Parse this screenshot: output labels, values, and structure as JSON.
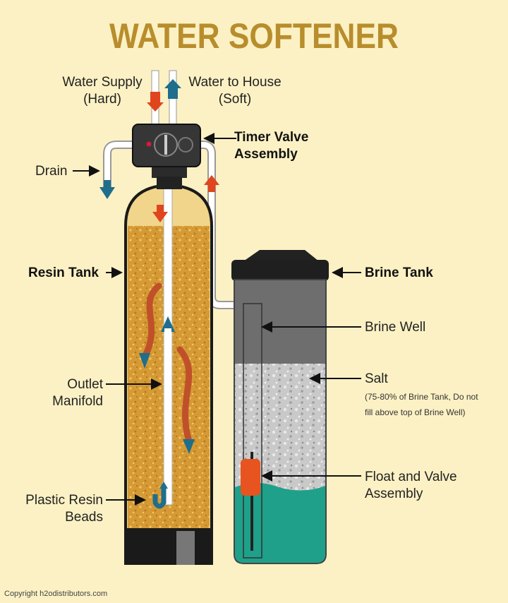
{
  "title": "WATER SOFTENER",
  "labels": {
    "water_supply": [
      "Water Supply",
      "(Hard)"
    ],
    "water_to_house": [
      "Water to House",
      "(Soft)"
    ],
    "timer_valve": [
      "Timer Valve",
      "Assembly"
    ],
    "drain": "Drain",
    "resin_tank": "Resin Tank",
    "outlet_manifold": [
      "Outlet",
      "Manifold"
    ],
    "resin_beads": [
      "Plastic Resin",
      "Beads"
    ],
    "brine_tank": "Brine Tank",
    "brine_well": "Brine Well",
    "salt": "Salt",
    "salt_note": [
      "(75-80% of Brine Tank, Do not",
      "fill above top of Brine Well)"
    ],
    "float_valve": [
      "Float and Valve",
      "Assembly"
    ]
  },
  "copyright": "Copyright h2odistributors.com",
  "colors": {
    "background": "#fcf1c4",
    "title": "#b88d2c",
    "hard_water": "#e0451e",
    "soft_water": "#1f6e8c",
    "resin": "#d9a23a",
    "brine": "#1fa08a",
    "float": "#e8541f"
  }
}
